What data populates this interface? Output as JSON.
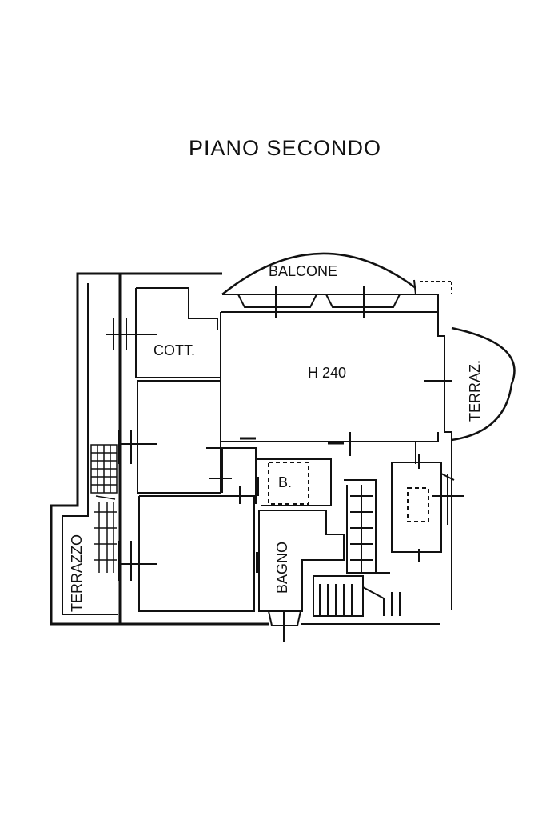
{
  "title": "PIANO SECONDO",
  "rooms": {
    "balcone": "BALCONE",
    "cottura": "COTT.",
    "soggiorno": "H 240",
    "terrazzo_destro": "TERRAZ.",
    "bagno_piccolo": "B.",
    "bagno": "BAGNO",
    "terrazzo_sinistro": "TERRAZZO"
  },
  "colors": {
    "ink": "#111111",
    "paper": "#ffffff"
  }
}
